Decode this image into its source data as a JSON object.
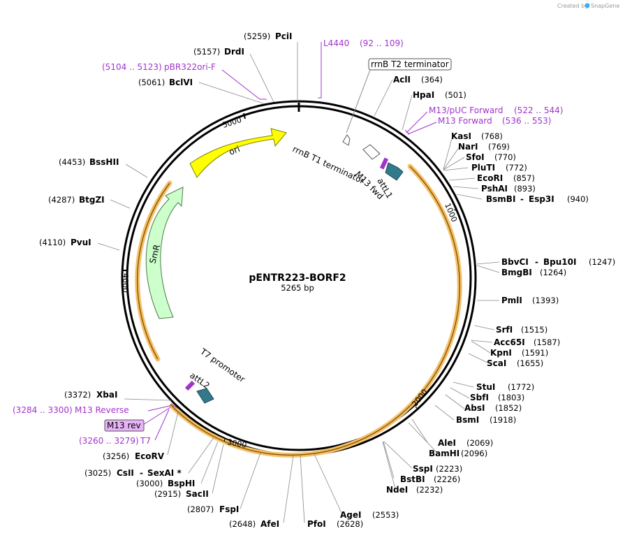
{
  "header": {
    "credit_text": "Created by",
    "brand": "SnapGene"
  },
  "map": {
    "name": "pENTR223-BORF2",
    "length_label": "5265 bp",
    "total_bp": 5265
  },
  "ticks": [
    {
      "label": "1000",
      "bp": 1000
    },
    {
      "label": "2000",
      "bp": 2000
    },
    {
      "label": "3000",
      "bp": 3000
    },
    {
      "label": "4000",
      "bp": 4000
    },
    {
      "label": "5000",
      "bp": 5000
    }
  ],
  "features": {
    "ori": "ori",
    "smr": "SmR",
    "rrnb_t1": "rrnB T1 terminator",
    "rrnb_t2": "rrnB T2 terminator",
    "attl1": "attL1",
    "attl2": "attL2",
    "m13_fwd": "M13 fwd",
    "t7_promoter": "T7 promoter",
    "m13_rev": "M13 rev"
  },
  "sites": [
    {
      "name": "PciI",
      "pos": "(5259)"
    },
    {
      "name": "DrdI",
      "pos": "(5157)"
    },
    {
      "name": "BclVI",
      "pos": "(5061)"
    },
    {
      "name": "BssHII",
      "pos": "(4453)"
    },
    {
      "name": "BtgZI",
      "pos": "(4287)"
    },
    {
      "name": "PvuI",
      "pos": "(4110)"
    },
    {
      "name": "XbaI",
      "pos": "(3372)"
    },
    {
      "name": "EcoRV",
      "pos": "(3256)"
    },
    {
      "name": "CsII",
      "name2": "SexAI *",
      "pos": "(3025)"
    },
    {
      "name": "BspHI",
      "pos": "(3000)"
    },
    {
      "name": "SacII",
      "pos": "(2915)"
    },
    {
      "name": "FspI",
      "pos": "(2807)"
    },
    {
      "name": "AfeI",
      "pos": "(2648)"
    },
    {
      "name": "PfoI",
      "pos": "(2628)"
    },
    {
      "name": "AgeI",
      "pos": "(2553)"
    },
    {
      "name": "NdeI",
      "pos": "(2232)"
    },
    {
      "name": "BstBI",
      "pos": "(2226)"
    },
    {
      "name": "SspI",
      "pos": "(2223)"
    },
    {
      "name": "BamHI",
      "pos": "(2096)"
    },
    {
      "name": "AleI",
      "pos": "(2069)"
    },
    {
      "name": "BsmI",
      "pos": "(1918)"
    },
    {
      "name": "AbsI",
      "pos": "(1852)"
    },
    {
      "name": "SbfI",
      "pos": "(1803)"
    },
    {
      "name": "StuI",
      "pos": "(1772)"
    },
    {
      "name": "ScaI",
      "pos": "(1655)"
    },
    {
      "name": "KpnI",
      "pos": "(1591)"
    },
    {
      "name": "Acc65I",
      "pos": "(1587)"
    },
    {
      "name": "SrfI",
      "pos": "(1515)"
    },
    {
      "name": "PmlI",
      "pos": "(1393)"
    },
    {
      "name": "BmgBI",
      "pos": "(1264)"
    },
    {
      "name": "BbvCI",
      "name2": "Bpu10I",
      "pos": "(1247)"
    },
    {
      "name": "BsmBI",
      "name2": "Esp3I",
      "pos": "(940)"
    },
    {
      "name": "PshAI",
      "pos": "(893)"
    },
    {
      "name": "EcoRI",
      "pos": "(857)"
    },
    {
      "name": "PluTI",
      "pos": "(772)"
    },
    {
      "name": "SfoI",
      "pos": "(770)"
    },
    {
      "name": "NarI",
      "pos": "(769)"
    },
    {
      "name": "KasI",
      "pos": "(768)"
    },
    {
      "name": "HpaI",
      "pos": "(501)"
    },
    {
      "name": "AclI",
      "pos": "(364)"
    }
  ],
  "primers": [
    {
      "name": "L4440",
      "pos": "(92 .. 109)"
    },
    {
      "name": "pBR322ori-F",
      "pos": "(5104 .. 5123)"
    },
    {
      "name": "M13/pUC Forward",
      "pos": "(522 .. 544)"
    },
    {
      "name": "M13 Forward",
      "pos": "(536 .. 553)"
    },
    {
      "name": "M13 Reverse",
      "pos": "(3284 .. 3300)"
    },
    {
      "name": "T7",
      "pos": "(3260 .. 3279)"
    }
  ],
  "colors": {
    "ori": "#ffff00",
    "smr": "#ccffcc",
    "att": "#33798c",
    "orf": "#f5c06a",
    "primer": "#a133cc",
    "m13rev_box": "#e7b3f7"
  }
}
